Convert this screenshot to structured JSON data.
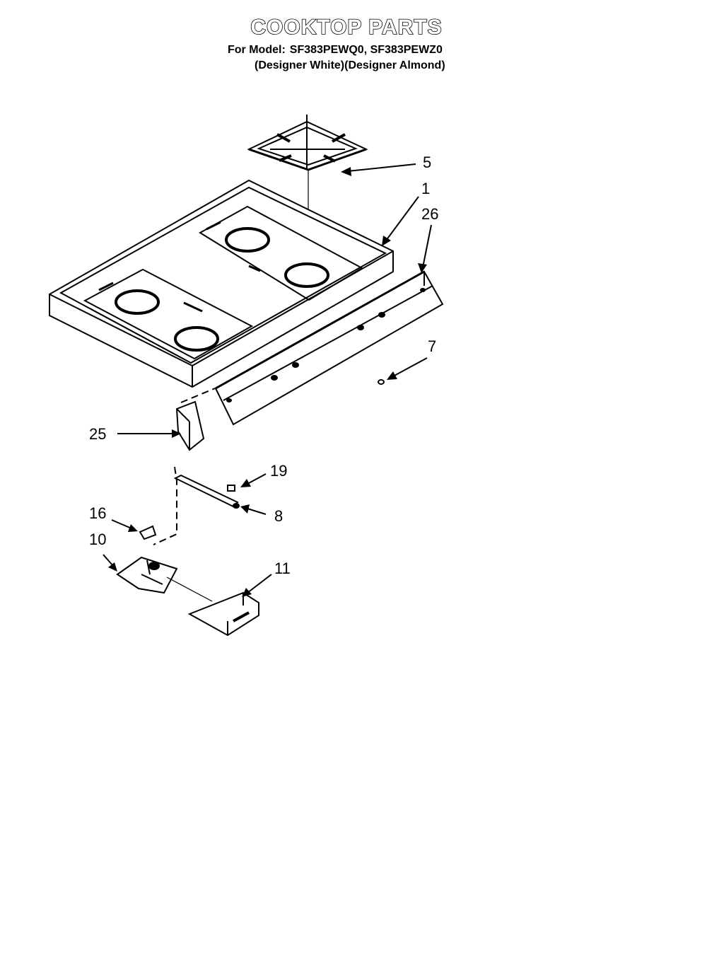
{
  "header": {
    "title": "COOKTOP PARTS",
    "model_label": "For Model:",
    "models": "SF383PEWQ0, SF383PEWZ0",
    "colors": "(Designer White)(Designer Almond)"
  },
  "callouts": [
    "5",
    "1",
    "26",
    "7",
    "25",
    "19",
    "8",
    "16",
    "10",
    "11"
  ]
}
